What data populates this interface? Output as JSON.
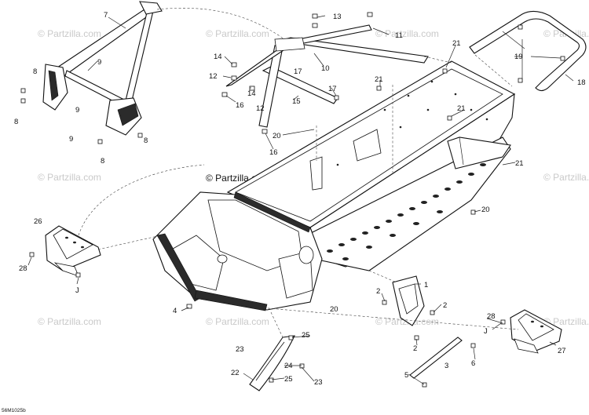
{
  "watermark": {
    "brand": "© Partzilla.com"
  },
  "diagram_code": "56M1025b",
  "callouts": [
    {
      "id": "c7",
      "label": "7"
    },
    {
      "id": "c9a",
      "label": "9"
    },
    {
      "id": "c9b",
      "label": "9"
    },
    {
      "id": "c9c",
      "label": "9"
    },
    {
      "id": "c8a",
      "label": "8"
    },
    {
      "id": "c8b",
      "label": "8"
    },
    {
      "id": "c8c",
      "label": "8"
    },
    {
      "id": "c8d",
      "label": "8"
    },
    {
      "id": "c13",
      "label": "13"
    },
    {
      "id": "c11",
      "label": "11"
    },
    {
      "id": "c10",
      "label": "10"
    },
    {
      "id": "c14a",
      "label": "14"
    },
    {
      "id": "c14b",
      "label": "14"
    },
    {
      "id": "c12a",
      "label": "12"
    },
    {
      "id": "c12b",
      "label": "12"
    },
    {
      "id": "c16a",
      "label": "16"
    },
    {
      "id": "c16b",
      "label": "16"
    },
    {
      "id": "c17a",
      "label": "17"
    },
    {
      "id": "c17b",
      "label": "17"
    },
    {
      "id": "c15",
      "label": "15"
    },
    {
      "id": "c20a",
      "label": "20"
    },
    {
      "id": "c20b",
      "label": "20"
    },
    {
      "id": "c20c",
      "label": "20"
    },
    {
      "id": "c21a",
      "label": "21"
    },
    {
      "id": "c21b",
      "label": "21"
    },
    {
      "id": "c21c",
      "label": "21"
    },
    {
      "id": "c21d",
      "label": "21"
    },
    {
      "id": "c19",
      "label": "19"
    },
    {
      "id": "c18",
      "label": "18"
    },
    {
      "id": "c26",
      "label": "26"
    },
    {
      "id": "c28a",
      "label": "28"
    },
    {
      "id": "c28b",
      "label": "28"
    },
    {
      "id": "cJa",
      "label": "J"
    },
    {
      "id": "cJb",
      "label": "J"
    },
    {
      "id": "c27",
      "label": "27"
    },
    {
      "id": "c1",
      "label": "1"
    },
    {
      "id": "c2a",
      "label": "2"
    },
    {
      "id": "c2b",
      "label": "2"
    },
    {
      "id": "c2c",
      "label": "2"
    },
    {
      "id": "c4",
      "label": "4"
    },
    {
      "id": "c3",
      "label": "3"
    },
    {
      "id": "c5",
      "label": "5"
    },
    {
      "id": "c6",
      "label": "6"
    },
    {
      "id": "c22",
      "label": "22"
    },
    {
      "id": "c23a",
      "label": "23"
    },
    {
      "id": "c23b",
      "label": "23"
    },
    {
      "id": "c24",
      "label": "24"
    },
    {
      "id": "c25a",
      "label": "25"
    },
    {
      "id": "c25b",
      "label": "25"
    }
  ]
}
